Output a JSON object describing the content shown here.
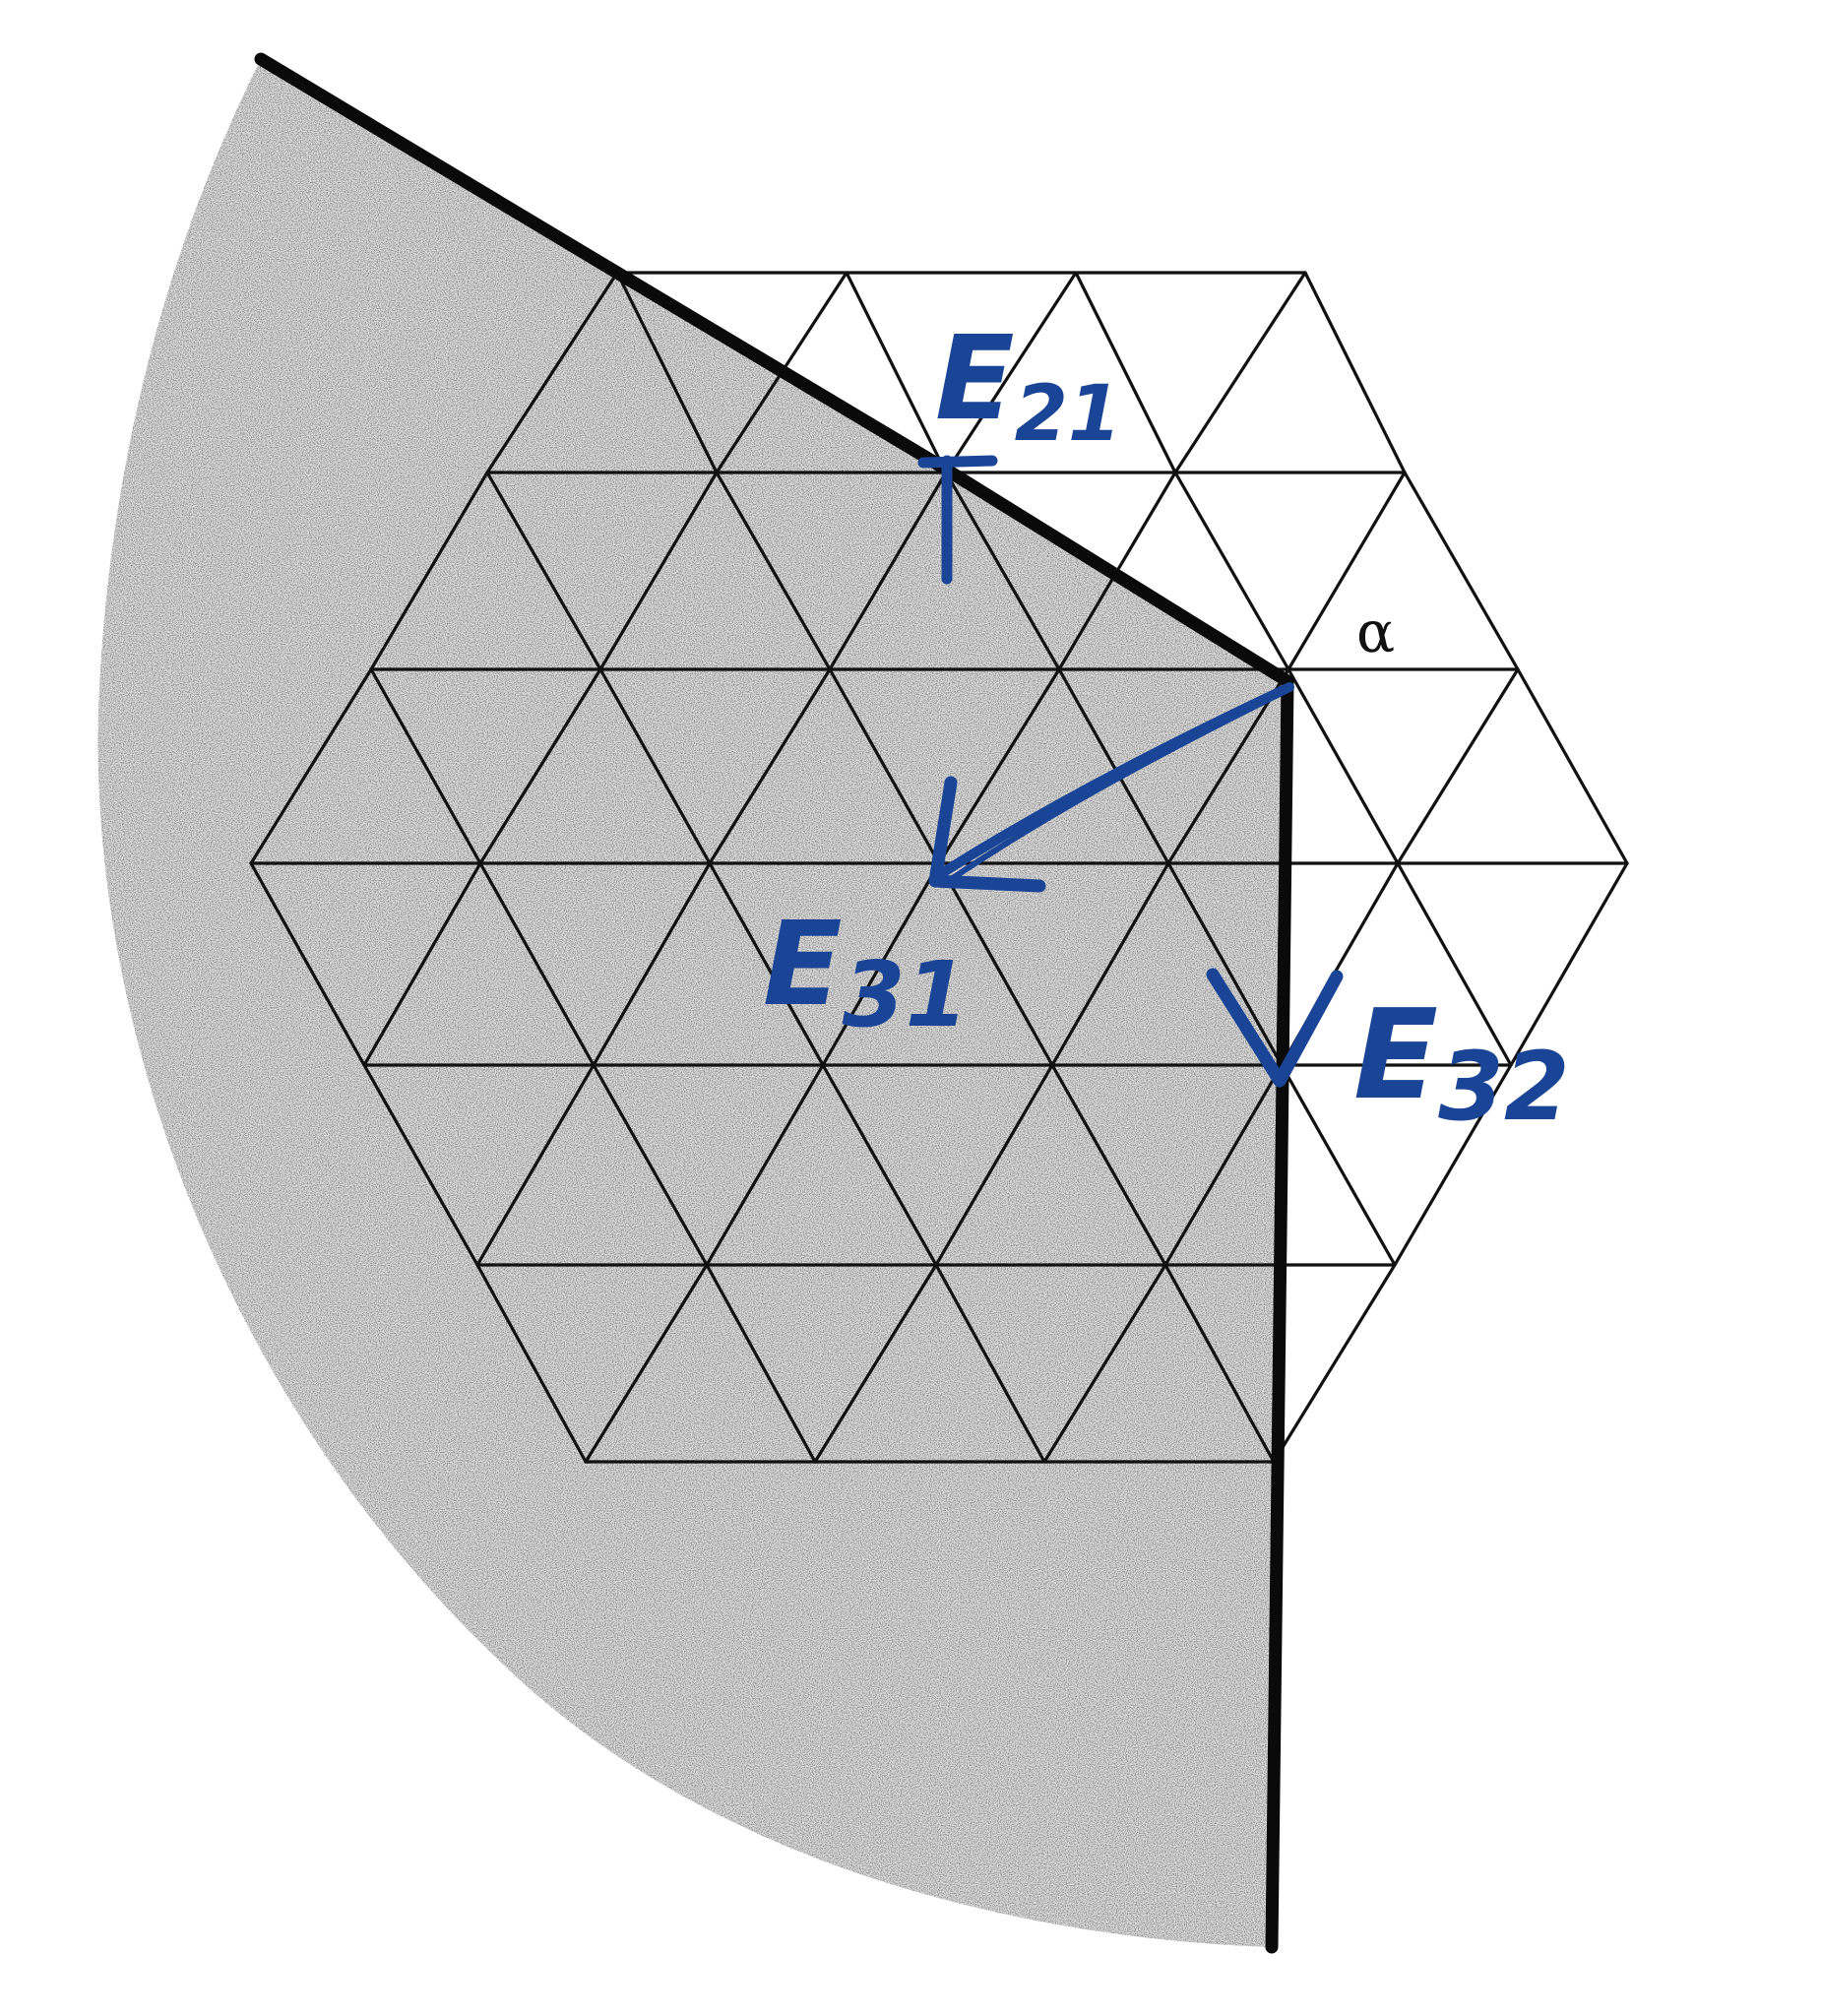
{
  "figure": {
    "labels": {
      "alpha": "α",
      "e21": {
        "letter": "E",
        "subscript": "21"
      },
      "e31": {
        "letter": "E",
        "subscript": "31"
      },
      "e32": {
        "letter": "E",
        "subscript": "32"
      }
    },
    "colors": {
      "ink_blue": "#1a4597",
      "line_black": "#111111",
      "shade_gray": "#bdbdbd",
      "background": "#ffffff"
    }
  }
}
